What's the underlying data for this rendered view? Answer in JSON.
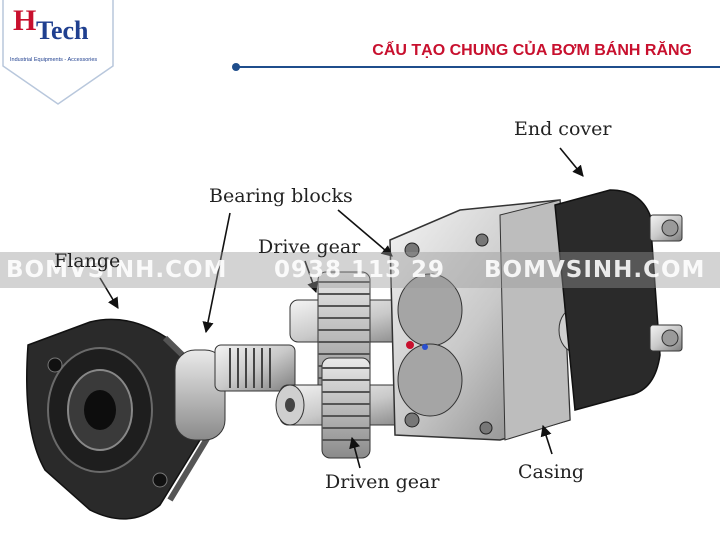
{
  "header": {
    "logo": {
      "letter_h": "H",
      "letters_tech": "Tech",
      "tagline": "Industrial Equipments - Accessories"
    },
    "title": "CẤU TẠO CHUNG CỦA BƠM BÁNH RĂNG"
  },
  "watermark": {
    "left": "BOMVSINH.COM",
    "center": "0938 113 29",
    "right": "BOMVSINH.COM"
  },
  "labels": {
    "end_cover": "End cover",
    "bearing_blocks": "Bearing blocks",
    "drive_gear": "Drive gear",
    "flange": "Flange",
    "driven_gear": "Driven gear",
    "casing": "Casing"
  },
  "colors": {
    "accent_red": "#c8102e",
    "brand_blue": "#1f3f8f",
    "rule_blue": "#1f4e8c"
  }
}
